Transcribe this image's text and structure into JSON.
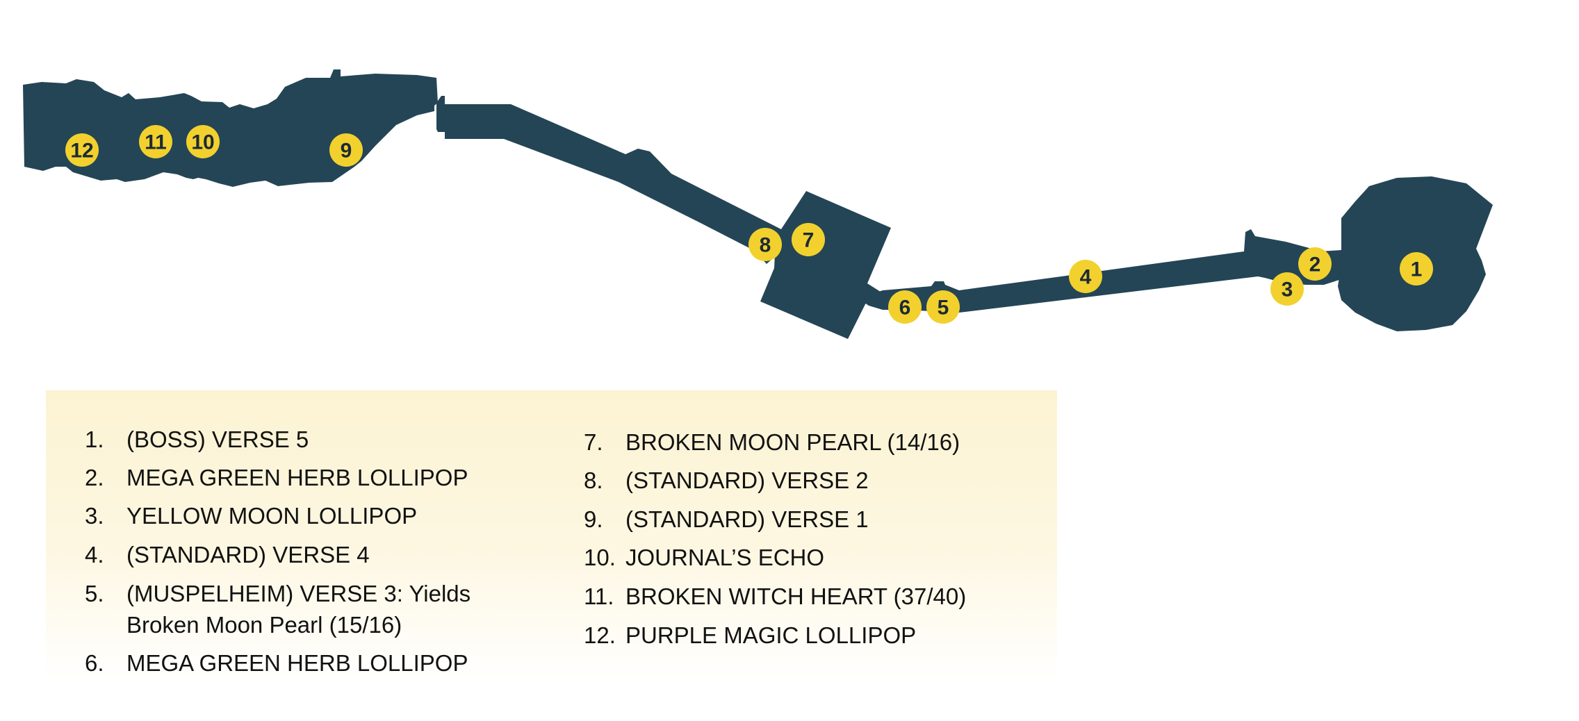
{
  "colors": {
    "map_fill": "#244556",
    "marker_fill": "#f2d12e",
    "marker_text": "#1c2a35",
    "legend_background": "#fcf3d2"
  },
  "markers": [
    "1",
    "2",
    "3",
    "4",
    "5",
    "6",
    "7",
    "8",
    "9",
    "10",
    "11",
    "12"
  ],
  "legend": {
    "left_column": [
      {
        "number": "1.",
        "text": "(BOSS) VERSE 5"
      },
      {
        "number": "2.",
        "text": "MEGA GREEN HERB LOLLIPOP"
      },
      {
        "number": "3.",
        "text": "YELLOW MOON LOLLIPOP"
      },
      {
        "number": "4.",
        "text": "(STANDARD) VERSE 4"
      },
      {
        "number": "5.",
        "text": "(MUSPELHEIM) VERSE 3: Yields",
        "text_line2": "Broken Moon Pearl (15/16)"
      },
      {
        "number": "6.",
        "text": "MEGA GREEN HERB LOLLIPOP"
      }
    ],
    "right_column": [
      {
        "number": "7.",
        "text": "BROKEN MOON PEARL (14/16)"
      },
      {
        "number": "8.",
        "text": "(STANDARD) VERSE 2"
      },
      {
        "number": "9.",
        "text": "(STANDARD) VERSE 1"
      },
      {
        "number": "10.",
        "text": "JOURNAL’S ECHO"
      },
      {
        "number": "11.",
        "text": "BROKEN WITCH HEART (37/40)"
      },
      {
        "number": "12.",
        "text": "PURPLE MAGIC LOLLIPOP"
      }
    ]
  }
}
